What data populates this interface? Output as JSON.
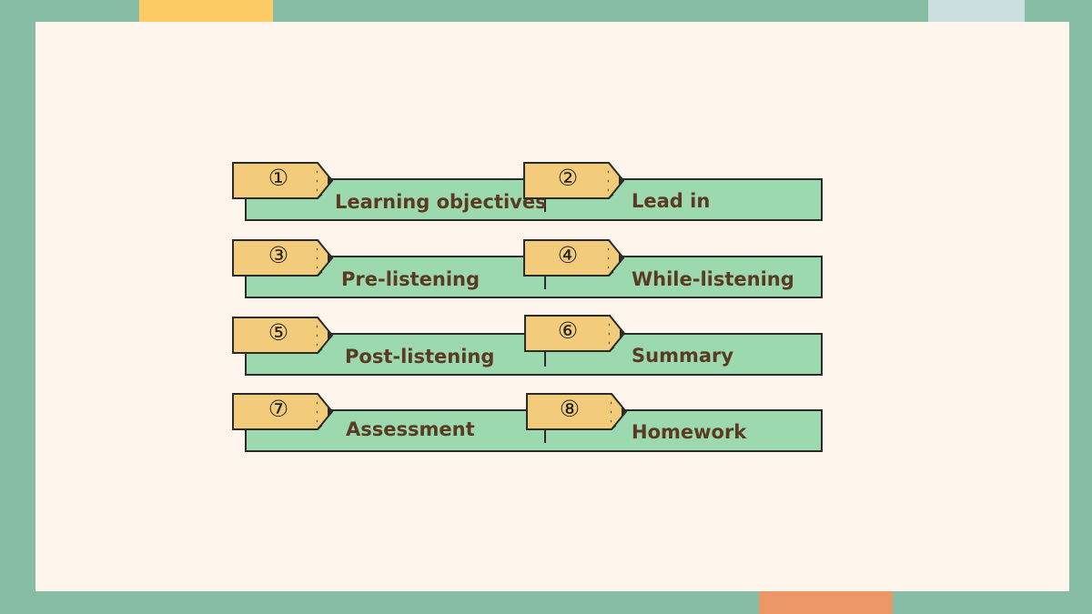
{
  "items": [
    {
      "number": "①",
      "label": "Learning objectives"
    },
    {
      "number": "②",
      "label": "Lead in"
    },
    {
      "number": "③",
      "label": "Pre-listening"
    },
    {
      "number": "④",
      "label": "While-listening"
    },
    {
      "number": "⑤",
      "label": "Post-listening"
    },
    {
      "number": "⑥",
      "label": "Summary"
    },
    {
      "number": "⑦",
      "label": "Assessment"
    },
    {
      "number": "⑧",
      "label": "Homework"
    }
  ],
  "colors": {
    "frame": "#87bca5",
    "slide": "#fef6ec",
    "bar": "#9cd9ae",
    "pencil": "#f3cc7b",
    "label_text": "#5a3a22",
    "accent_yellow": "#fccb63",
    "accent_blue": "#c9e0de",
    "accent_orange": "#ee9766"
  }
}
